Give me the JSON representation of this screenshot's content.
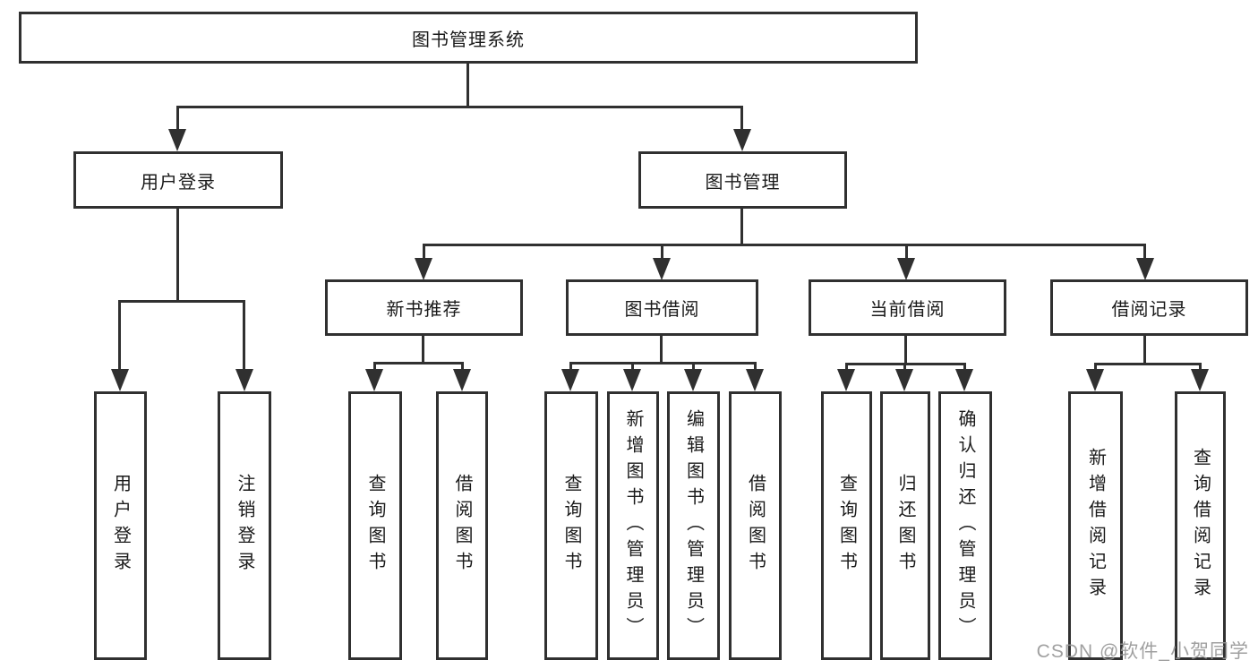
{
  "diagram": {
    "root": {
      "label": "图书管理系统"
    },
    "level2": {
      "user_login": {
        "label": "用户登录"
      },
      "book_mgmt": {
        "label": "图书管理"
      }
    },
    "level3": {
      "new_book_rec": {
        "label": "新书推荐"
      },
      "book_borrow": {
        "label": "图书借阅"
      },
      "current_borrow": {
        "label": "当前借阅"
      },
      "borrow_records": {
        "label": "借阅记录"
      }
    },
    "leaves": {
      "login": {
        "label": "用户登录"
      },
      "logout": {
        "label": "注销登录"
      },
      "rec_query_book": {
        "label": "查询图书"
      },
      "rec_borrow_book": {
        "label": "借阅图书"
      },
      "bb_query_book": {
        "label": "查询图书"
      },
      "bb_add_book": {
        "label": "新增图书（管理员）"
      },
      "bb_edit_book": {
        "label": "编辑图书（管理员）"
      },
      "bb_borrow_book": {
        "label": "借阅图书"
      },
      "cb_query_book": {
        "label": "查询图书"
      },
      "cb_return_book": {
        "label": "归还图书"
      },
      "cb_confirm_return": {
        "label": "确认归还（管理员）"
      },
      "br_add_record": {
        "label": "新增借阅记录"
      },
      "br_query_record": {
        "label": "查询借阅记录"
      }
    }
  },
  "watermark": {
    "text": "CSDN @软件_小贺同学"
  },
  "colors": {
    "line": "#303030",
    "text": "#1a1a1a",
    "background": "#ffffff",
    "watermark": "#969696"
  }
}
